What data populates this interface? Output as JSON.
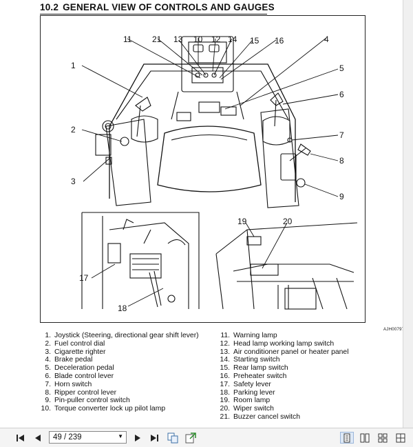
{
  "heading": {
    "number": "10.2",
    "title": "GENERAL VIEW OF CONTROLS AND GAUGES"
  },
  "diagram": {
    "drawing_code": "AJH00797",
    "callouts": [
      "1",
      "2",
      "3",
      "4",
      "5",
      "6",
      "7",
      "8",
      "9",
      "10",
      "11",
      "12",
      "13",
      "14",
      "15",
      "16",
      "17",
      "18",
      "19",
      "20",
      "21"
    ]
  },
  "legend_left": [
    {
      "n": "1.",
      "t": "Joystick (Steering, directional gear shift lever)"
    },
    {
      "n": "2.",
      "t": "Fuel control dial"
    },
    {
      "n": "3.",
      "t": "Cigarette righter"
    },
    {
      "n": "4.",
      "t": "Brake pedal"
    },
    {
      "n": "5.",
      "t": "Deceleration pedal"
    },
    {
      "n": "6.",
      "t": "Blade control lever"
    },
    {
      "n": "7.",
      "t": "Horn switch"
    },
    {
      "n": "8.",
      "t": "Ripper control lever"
    },
    {
      "n": "9.",
      "t": "Pin-puller control switch"
    },
    {
      "n": "10.",
      "t": "Torque converter lock up pilot lamp"
    }
  ],
  "legend_right": [
    {
      "n": "11.",
      "t": "Warning lamp"
    },
    {
      "n": "12.",
      "t": "Head lamp working lamp switch"
    },
    {
      "n": "13.",
      "t": "Air conditioner panel or heater panel"
    },
    {
      "n": "14.",
      "t": "Starting switch"
    },
    {
      "n": "15.",
      "t": "Rear lamp switch"
    },
    {
      "n": "16.",
      "t": "Preheater switch"
    },
    {
      "n": "17.",
      "t": "Safety lever"
    },
    {
      "n": "18.",
      "t": "Parking lever"
    },
    {
      "n": "19.",
      "t": "Room lamp"
    },
    {
      "n": "20.",
      "t": "Wiper switch"
    },
    {
      "n": "21.",
      "t": "Buzzer cancel switch"
    }
  ],
  "toolbar": {
    "page_value": "49 / 239",
    "icons": [
      "first-page-icon",
      "prev-page-icon",
      "next-page-icon",
      "last-page-icon",
      "copy-icon",
      "export-icon",
      "single-page-view-icon",
      "facing-pages-view-icon",
      "continuous-view-icon",
      "continuous-facing-view-icon"
    ]
  },
  "colors": {
    "ink": "#111111",
    "paper": "#ffffff",
    "toolbar": "#f4f4f4"
  }
}
